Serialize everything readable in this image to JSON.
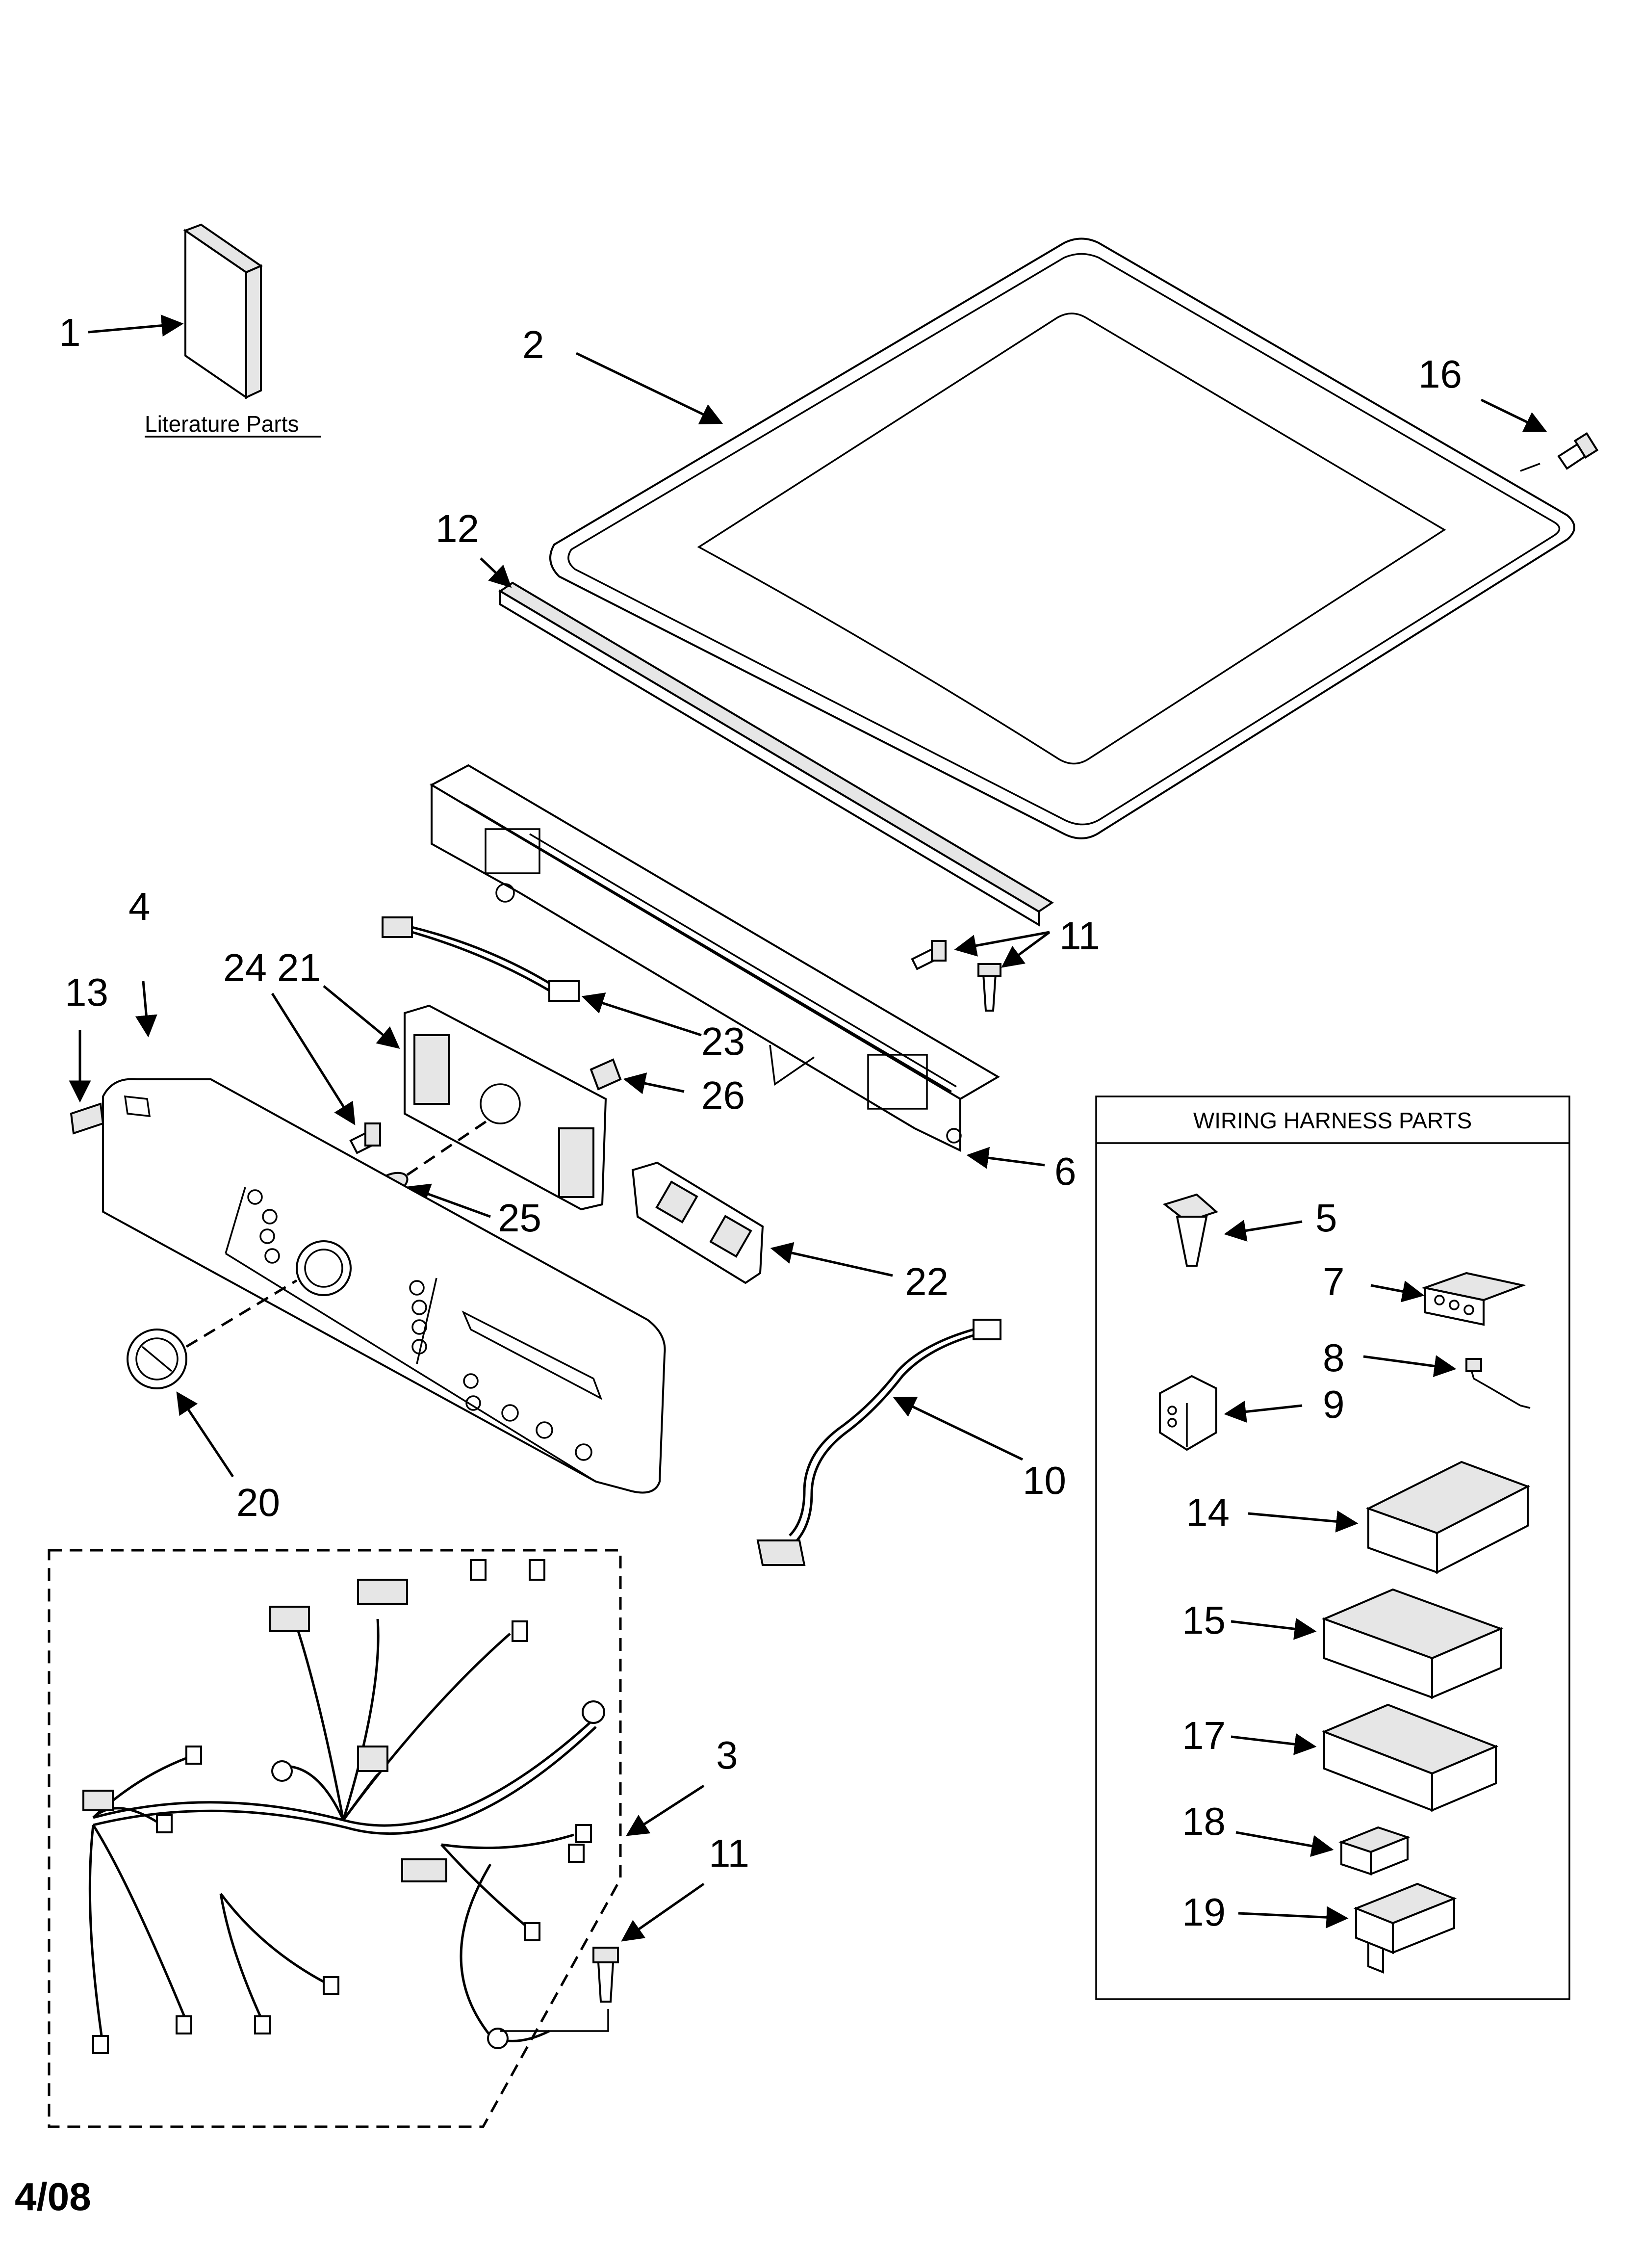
{
  "callouts": {
    "c1": "1",
    "c2": "2",
    "c3": "3",
    "c4": "4",
    "c5": "5",
    "c6": "6",
    "c7": "7",
    "c8": "8",
    "c9": "9",
    "c10": "10",
    "c11a": "11",
    "c11b": "11",
    "c12": "12",
    "c13": "13",
    "c14": "14",
    "c15": "15",
    "c16": "16",
    "c17": "17",
    "c18": "18",
    "c19": "19",
    "c20": "20",
    "c21": "21",
    "c22": "22",
    "c23": "23",
    "c24": "24",
    "c25": "25",
    "c26": "26"
  },
  "literature_label": "Literature Parts",
  "wiring_box_title": "WIRING HARNESS PARTS",
  "footer_date": "4/08"
}
